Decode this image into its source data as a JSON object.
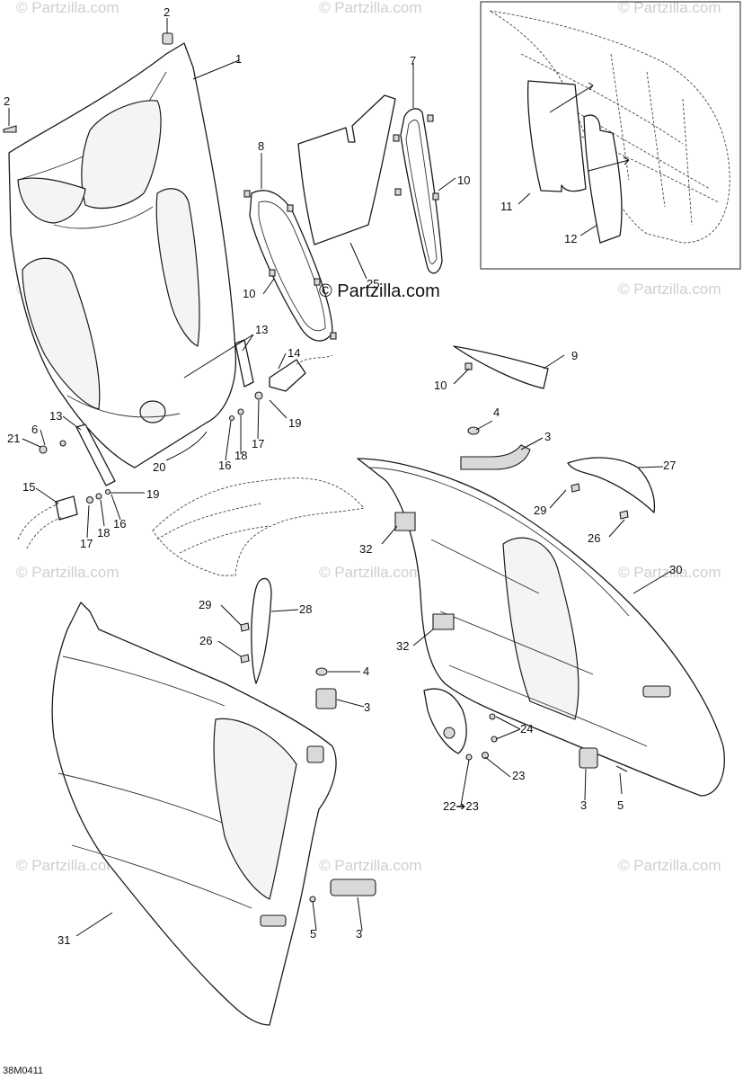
{
  "watermark": {
    "main": "© Partzilla.com",
    "faint": "© Partzilla.com"
  },
  "reference_code": "38M0411",
  "callouts": {
    "c1": "1",
    "c2a": "2",
    "c2b": "2",
    "c3a": "3",
    "c3b": "3",
    "c3c": "3",
    "c3d": "3",
    "c4a": "4",
    "c4b": "4",
    "c5a": "5",
    "c5b": "5",
    "c6": "6",
    "c7": "7",
    "c8": "8",
    "c9": "9",
    "c10a": "10",
    "c10b": "10",
    "c10c": "10",
    "c11": "11",
    "c12": "12",
    "c13a": "13",
    "c13b": "13",
    "c14": "14",
    "c15": "15",
    "c16a": "16",
    "c16b": "16",
    "c17a": "17",
    "c17b": "17",
    "c18a": "18",
    "c18b": "18",
    "c19a": "19",
    "c19b": "19",
    "c20": "20",
    "c21": "21",
    "c22_23": "22➔23",
    "c23": "23",
    "c24": "24",
    "c25": "25",
    "c26a": "26",
    "c26b": "26",
    "c27": "27",
    "c28": "28",
    "c29a": "29",
    "c29b": "29",
    "c30": "30",
    "c31": "31",
    "c32a": "32",
    "c32b": "32"
  }
}
